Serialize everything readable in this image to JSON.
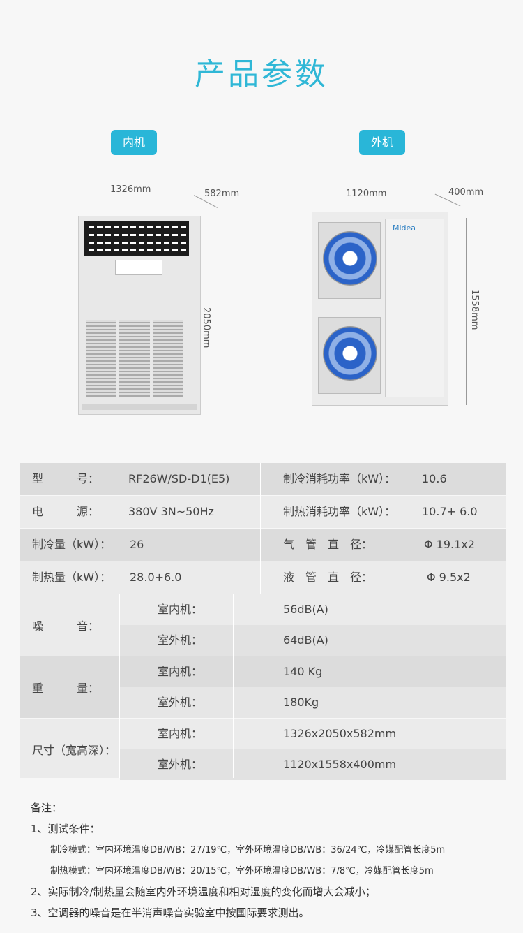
{
  "title": "产品参数",
  "indoor_unit": {
    "label": "内机",
    "width": "1326mm",
    "depth": "582mm",
    "height": "2050mm"
  },
  "outdoor_unit": {
    "label": "外机",
    "width": "1120mm",
    "depth": "400mm",
    "height": "1558mm",
    "brand": "Midea"
  },
  "specs": {
    "model_label": "型　　　号：",
    "model_value": "RF26W/SD-D1(E5)",
    "cool_power_label": "制冷消耗功率（kW）：",
    "cool_power_value": "10.6",
    "power_label": "电　　　源：",
    "power_value": "380V 3N~50Hz",
    "heat_power_label": "制热消耗功率（kW）：",
    "heat_power_value": "10.7+ 6.0",
    "cool_cap_label": "制冷量（kW）：",
    "cool_cap_value": "26",
    "gas_pipe_label": "气　管　直　径：",
    "gas_pipe_value": "Φ 19.1x2",
    "heat_cap_label": "制热量（kW）：",
    "heat_cap_value": "28.0+6.0",
    "liquid_pipe_label": "液　管　直　径：",
    "liquid_pipe_value": "Φ 9.5x2",
    "noise": {
      "label": "噪　　　音：",
      "indoor_k": "室内机：",
      "indoor_v": "56dB(A)",
      "outdoor_k": "室外机：",
      "outdoor_v": "64dB(A)"
    },
    "weight": {
      "label": "重　　　量：",
      "indoor_k": "室内机：",
      "indoor_v": "140 Kg",
      "outdoor_k": "室外机：",
      "outdoor_v": "180Kg"
    },
    "size": {
      "label": "尺寸（宽高深）：",
      "indoor_k": "室内机：",
      "indoor_v": "1326x2050x582mm",
      "outdoor_k": "室外机：",
      "outdoor_v": "1120x1558x400mm"
    }
  },
  "notes": {
    "heading": "备注：",
    "n1": "1、测试条件：",
    "n1a": "制冷模式：室内环境温度DB/WB：27/19℃，室外环境温度DB/WB：36/24℃，冷媒配管长度5m",
    "n1b": "制热模式：室内环境温度DB/WB：20/15℃，室外环境温度DB/WB：7/8℃，冷媒配管长度5m",
    "n2": "2、实际制冷/制热量会随室内外环境温度和相对湿度的变化而增大会减小；",
    "n3": "3、空调器的噪音是在半消声噪音实验室中按国际要求测出。"
  }
}
